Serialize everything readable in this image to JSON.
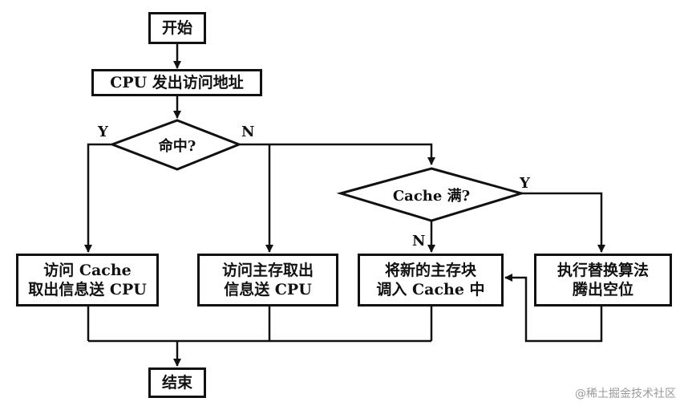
{
  "nodes": {
    "start": "开始",
    "cpu_address": "CPU 发出访问地址",
    "hit_check": "命中?",
    "cache_full_check": "Cache 满?",
    "access_cache": "访问 Cache\n取出信息送 CPU",
    "access_main_memory": "访问主存取出\n信息送 CPU",
    "load_block": "将新的主存块\n调入 Cache 中",
    "replace": "执行替换算法\n腾出空位",
    "end": "结束"
  },
  "edge_labels": {
    "hit_yes": "Y",
    "hit_no": "N",
    "full_yes": "Y",
    "full_no": "N"
  },
  "watermark": "@稀土掘金技术社区"
}
